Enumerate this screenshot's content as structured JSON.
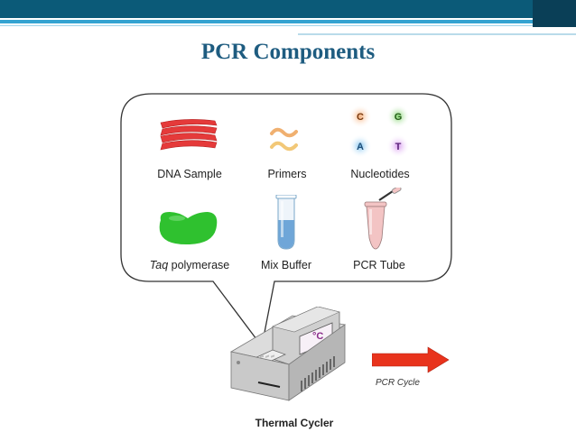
{
  "title": "PCR Components",
  "components": [
    {
      "label": "DNA Sample"
    },
    {
      "label": "Primers"
    },
    {
      "label": "Nucleotides"
    },
    {
      "label_italic": "Taq",
      "label_rest": " polymerase"
    },
    {
      "label": "Mix Buffer"
    },
    {
      "label": "PCR Tube"
    }
  ],
  "nucleotides": [
    "C",
    "G",
    "A",
    "T"
  ],
  "device": {
    "label": "Thermal Cycler",
    "display": "°C"
  },
  "arrow_label": "PCR Cycle",
  "colors": {
    "banner": "#0b5a78",
    "title": "#1e5c80",
    "dna": "#e53a3a",
    "primers": "#f0b070",
    "enzyme": "#2fc12f",
    "buffer": "#6fa6d8",
    "tube": "#f3c4c4",
    "arrow": "#e8331c"
  }
}
